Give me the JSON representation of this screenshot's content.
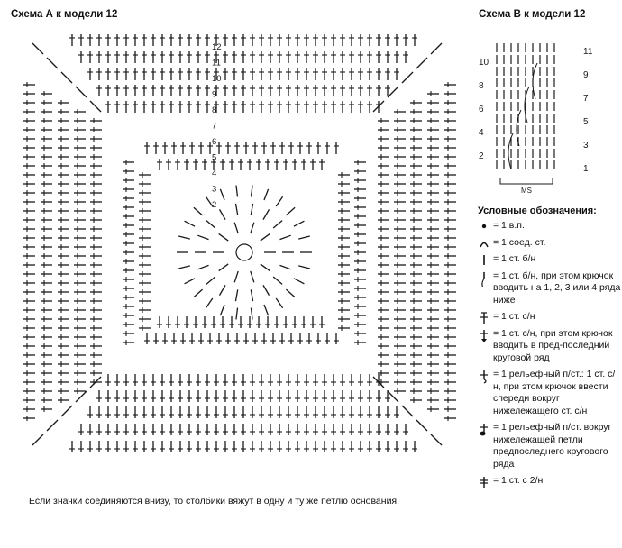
{
  "scheme_a": {
    "title": "Схема А к модели 12",
    "row_numbers": [
      "2",
      "3",
      "4",
      "5",
      "6",
      "7",
      "8",
      "9",
      "10",
      "11",
      "12"
    ]
  },
  "scheme_b": {
    "title": "Схема В к модели 12",
    "left_numbers": [
      "2",
      "4",
      "6",
      "8",
      "10"
    ],
    "right_numbers": [
      "1",
      "3",
      "5",
      "7",
      "9",
      "11"
    ],
    "repeat_label": "MS"
  },
  "legend": {
    "title": "Условные обозначения:",
    "items": [
      {
        "icon": "dot-chain-icon",
        "text": "= 1 в.п."
      },
      {
        "icon": "arc-slip-stitch-icon",
        "text": "= 1 соед. ст."
      },
      {
        "icon": "vertical-bar-icon",
        "text": "= 1 ст. б/н"
      },
      {
        "icon": "long-loop-stitch-icon",
        "text": "= 1 ст. б/н, при этом крючок вводить на 1, 2, 3 или 4 ряда ниже"
      },
      {
        "icon": "double-crochet-icon",
        "text": "= 1 ст. с/н"
      },
      {
        "icon": "double-crochet-arrow-icon",
        "text": "= 1 ст. с/н, при этом крючок вводить в пред-последний круговой ряд"
      },
      {
        "icon": "relief-front-icon",
        "text": "= 1 рельефный п/ст.: 1 ст. с/н, при этом крючок ввести спереди вокруг нижележащего ст. с/н"
      },
      {
        "icon": "relief-round-icon",
        "text": "= 1 рельефный п/ст. вокруг нижележащей петли предпоследнего кругового ряда"
      },
      {
        "icon": "treble-crochet-icon",
        "text": "= 1 ст. с 2/н"
      }
    ]
  },
  "footnote": "Если значки соединяются внизу, то столбики вяжут  в одну и ту же петлю основания."
}
